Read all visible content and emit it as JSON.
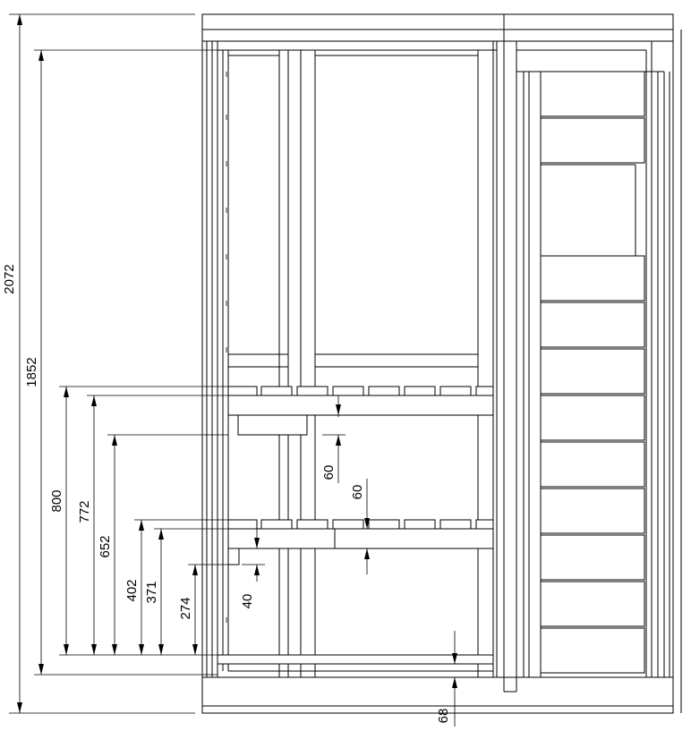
{
  "drawing": {
    "type": "technical elevation drawing of a wardrobe frame with dimension lines",
    "dimensions": {
      "total_height": "2072",
      "inner_height": "1852",
      "shelf1_top": "800",
      "shelf1_bottom": "772",
      "shelf1_block": "652",
      "shelf2_top": "402",
      "shelf2_bottom": "371",
      "lower_block": "274",
      "gap_upper": "60",
      "gap_middle": "60",
      "gap_small": "40",
      "plinth": "68"
    }
  }
}
